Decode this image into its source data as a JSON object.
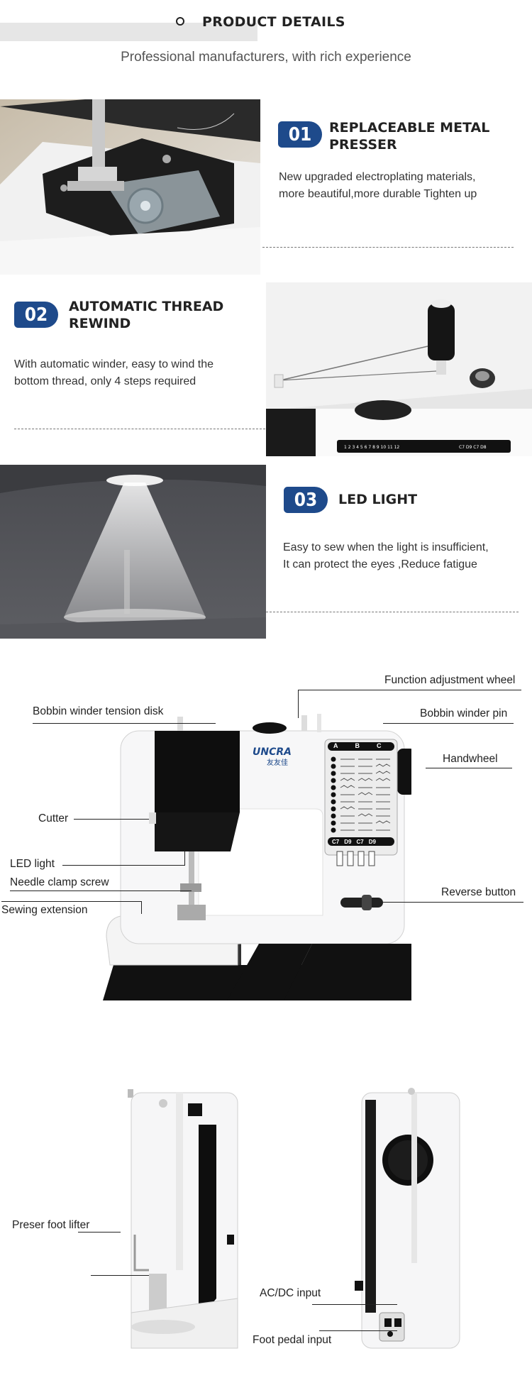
{
  "header": {
    "title": "PRODUCT DETAILS",
    "subtitle": "Professional manufacturers, with rich experience"
  },
  "features": [
    {
      "number": "01",
      "title_line1": "REPLACEABLE METAL",
      "title_line2": "PRESSER",
      "desc_line1": "New upgraded electroplating materials,",
      "desc_line2": "more beautiful,more durable Tighten up"
    },
    {
      "number": "02",
      "title_line1": "AUTOMATIC THREAD",
      "title_line2": "REWIND",
      "desc_line1": "With automatic winder, easy to wind the",
      "desc_line2": "bottom thread, only 4 steps required"
    },
    {
      "number": "03",
      "title_line1": "LED LIGHT",
      "title_line2": "",
      "desc_line1": "Easy to sew when the light is insufficient,",
      "desc_line2": "It can protect the eyes ,Reduce fatigue"
    }
  ],
  "diagram": {
    "function_wheel": "Function adjustment wheel",
    "bobbin_tension": "Bobbin winder tension disk",
    "bobbin_pin": "Bobbin winder pin",
    "handwheel": "Handwheel",
    "cutter": "Cutter",
    "led_light": "LED light",
    "needle_clamp": "Needle clamp screw",
    "reverse_button": "Reverse button",
    "sewing_extension": "Sewing extension",
    "brand": "UNCRA",
    "brand_cn": "友友佳",
    "stitch_cols": [
      "A",
      "B",
      "C"
    ],
    "stitch_codes": [
      "C7",
      "D9",
      "C7",
      "D9"
    ],
    "dial_numbers": [
      "1",
      "2",
      "3",
      "4",
      "5",
      "6",
      "7",
      "8",
      "9",
      "10",
      "11",
      "12"
    ],
    "dial_codes": [
      "C7",
      "D9",
      "C7",
      "D8"
    ]
  },
  "side_views": {
    "presser_lifter": "Preser foot lifter",
    "acdc_input": "AC/DC input",
    "foot_pedal": "Foot pedal input"
  },
  "colors": {
    "badge": "#1e4a8b",
    "accent_blue": "#1e4a8b"
  }
}
